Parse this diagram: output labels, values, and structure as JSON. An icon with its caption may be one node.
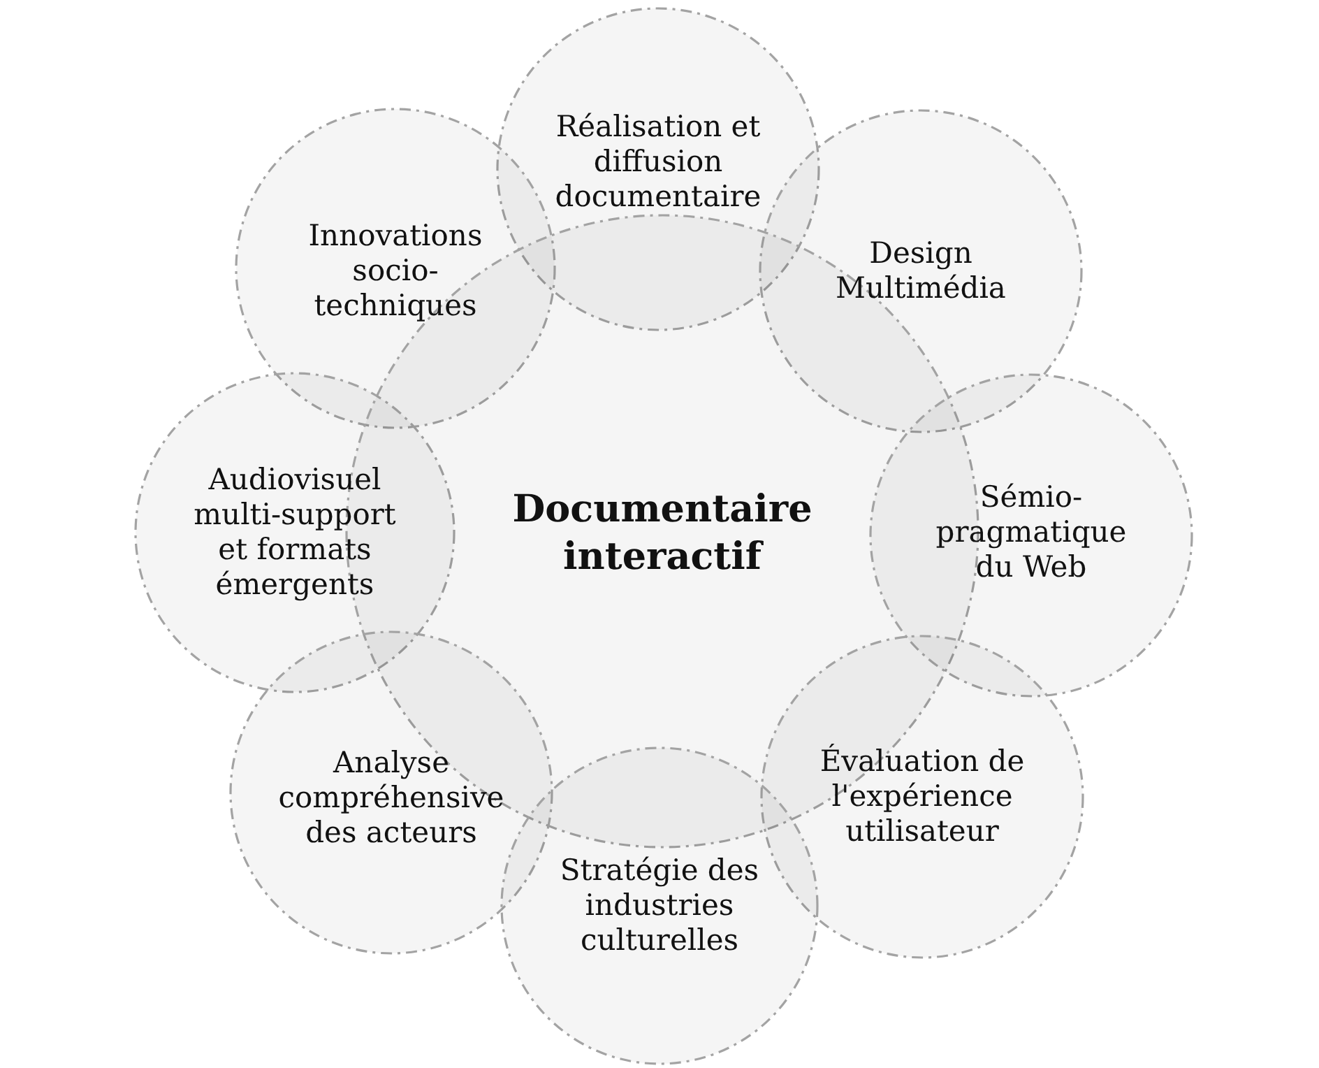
{
  "diagram": {
    "nodes": [
      {
        "text": [
          "Réalisation et diffusion documentaire"
        ]
      },
      {
        "text": [
          "Innovations socio-techniques"
        ]
      },
      {
        "text": [
          "Design Multimédia"
        ]
      },
      {
        "text": [
          "Audiovisuel multi-support et formats émergents"
        ]
      },
      {
        "text": [
          "Documentaire interactif"
        ]
      },
      {
        "text": [
          "Sémio-pragmatique du Web"
        ]
      },
      {
        "text": [
          "Analyse compréhensive des acteurs"
        ]
      },
      {
        "text": [
          "Évaluation de l'expérience utilisateur"
        ]
      },
      {
        "text": [
          "Stratégie des industries culturelles"
        ]
      }
    ],
    "edges": []
  }
}
